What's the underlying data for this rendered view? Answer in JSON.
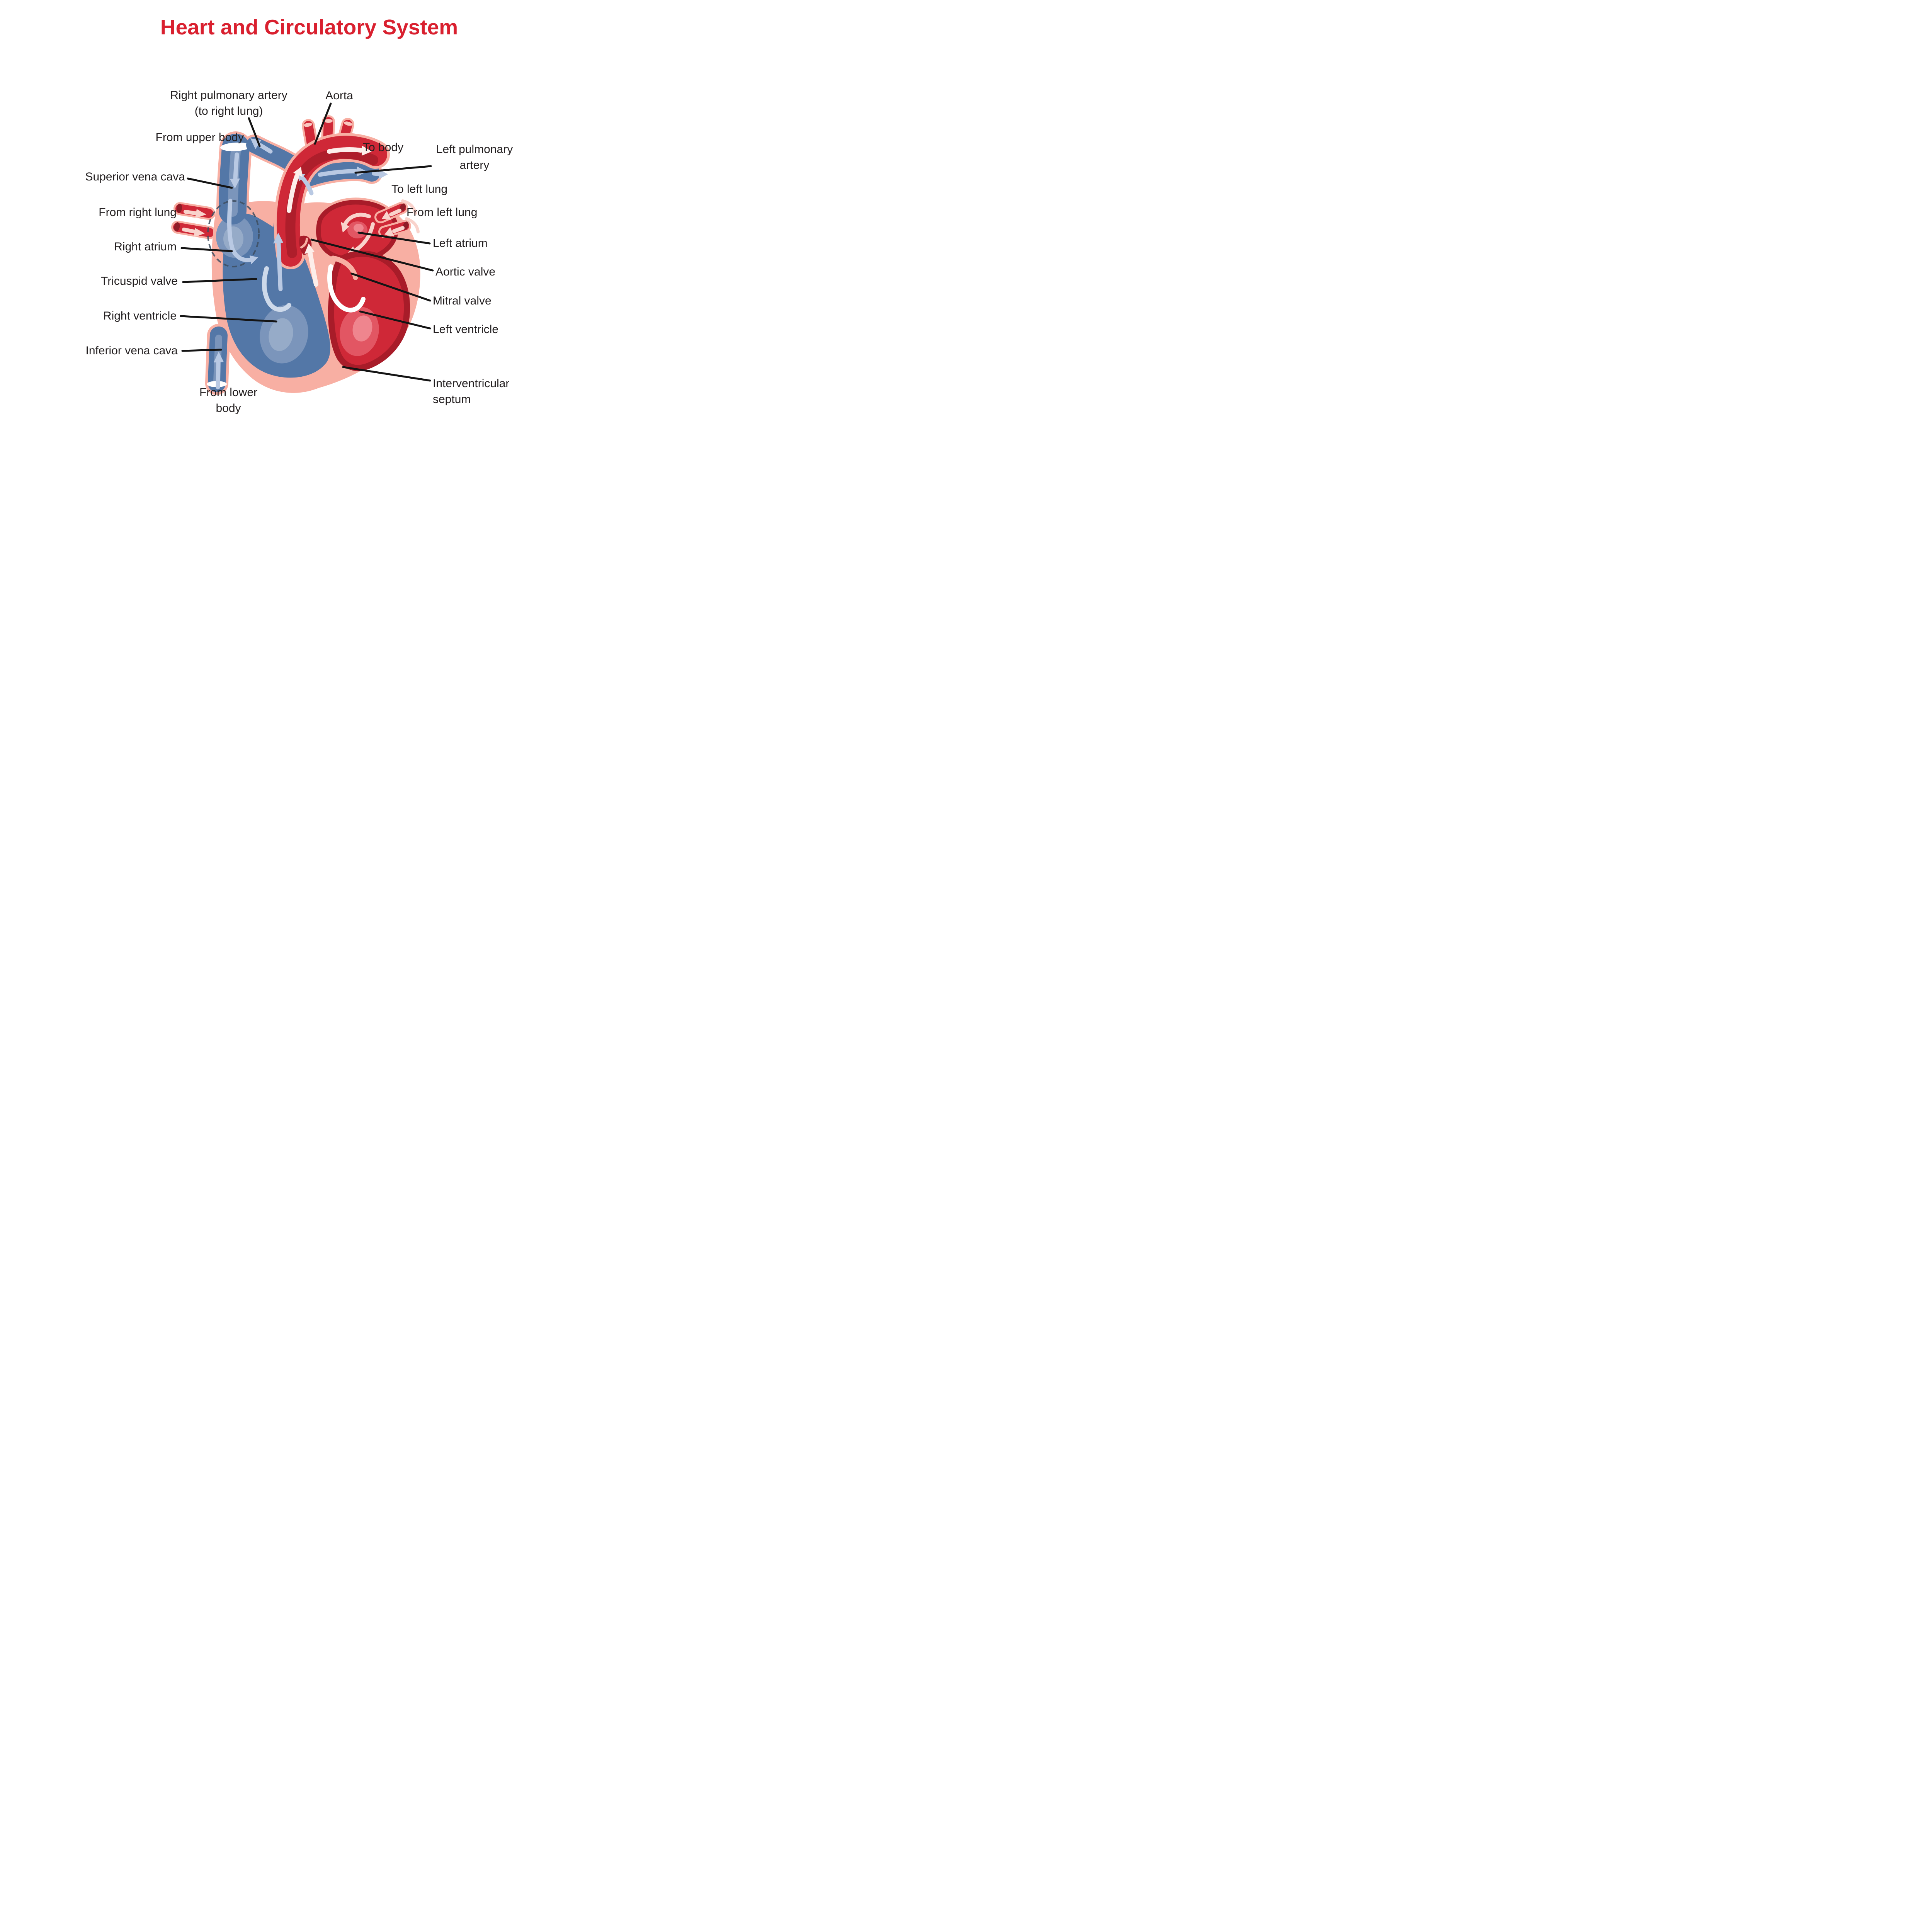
{
  "title": {
    "text": "Heart and Circulatory System"
  },
  "diagram": {
    "labels": {
      "right_pulmonary_artery": {
        "text": "Right pulmonary artery\n(to right lung)"
      },
      "aorta": {
        "text": "Aorta"
      },
      "to_body": {
        "text": "To body"
      },
      "left_pulmonary_artery": {
        "text": "Left pulmonary\nartery"
      },
      "from_upper_body": {
        "text": "From upper body"
      },
      "to_left_lung": {
        "text": "To left lung"
      },
      "superior_vena_cava": {
        "text": "Superior vena cava"
      },
      "from_right_lung": {
        "text": "From right lung"
      },
      "from_left_lung": {
        "text": "From left lung"
      },
      "right_atrium": {
        "text": "Right atrium"
      },
      "left_atrium": {
        "text": "Left atrium"
      },
      "tricuspid_valve": {
        "text": "Tricuspid valve"
      },
      "aortic_valve": {
        "text": "Aortic valve"
      },
      "mitral_valve": {
        "text": "Mitral valve"
      },
      "right_ventricle": {
        "text": "Right ventricle"
      },
      "left_ventricle": {
        "text": "Left ventricle"
      },
      "inferior_vena_cava": {
        "text": "Inferior vena cava"
      },
      "from_lower_body": {
        "text": "From lower\nbody"
      },
      "interventricular_septum": {
        "text": "Interventricular\nseptum"
      }
    },
    "colors": {
      "title_red": "#d9202f",
      "label_text": "#231f20",
      "leader_line": "#141414",
      "wall_pink": "#f8afa3",
      "pink_tip": "#f9c8c0",
      "blue": "#5377a7",
      "blue_mid": "#7b95bb",
      "blue_light": "#96abc8",
      "blue_arrow": "#b9c9e3",
      "red": "#cf2837",
      "red_dark": "#a81c29",
      "red_deep": "#8f1d27",
      "red_light": "#e25663",
      "red_lighter": "#ef858e",
      "pink_arrow": "#f9d3cc",
      "white_arrow": "#fdeeea"
    }
  }
}
